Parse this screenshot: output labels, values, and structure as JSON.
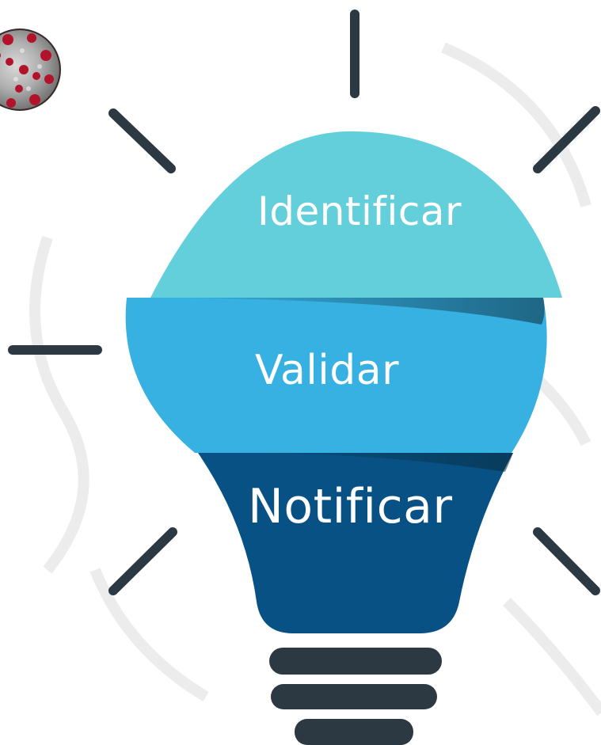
{
  "segments": [
    {
      "label": "Identificar",
      "color": "#63cfdb"
    },
    {
      "label": "Validar",
      "color": "#37b0e2"
    },
    {
      "label": "Notificar",
      "color": "#075185"
    }
  ],
  "colors": {
    "ray": "#2c3943",
    "base": "#2c3943",
    "watermark": "#ececec"
  },
  "icons": [
    "light-bulb-icon",
    "coronavirus-icon"
  ]
}
